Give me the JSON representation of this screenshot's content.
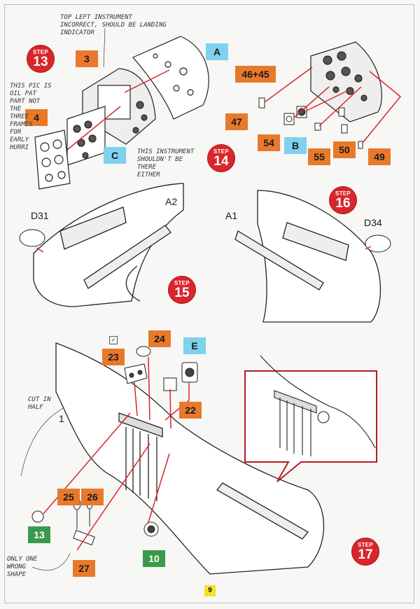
{
  "page_number": "9",
  "step_word": "STEP",
  "steps": {
    "s13": "13",
    "s14": "14",
    "s15": "15",
    "s16": "16",
    "s17": "17"
  },
  "parts": {
    "p3": "3",
    "p4": "4",
    "pA": "A",
    "pC": "C",
    "p46_45": "46+45",
    "p47": "47",
    "p54": "54",
    "pB": "B",
    "p55": "55",
    "p50": "50",
    "p49": "49",
    "p23": "23",
    "p24": "24",
    "pE": "E",
    "p22": "22",
    "p25": "25",
    "p26": "26",
    "p27": "27",
    "p13": "13",
    "p10": "10"
  },
  "labels": {
    "A2": "A2",
    "A1": "A1",
    "D31": "D31",
    "D34": "D34",
    "part1": "1"
  },
  "notes": {
    "top_left": "TOP LEFT INSTRUMENT\nINCORRECT, SHOULD BE LANDING\nINDICATOR",
    "left_side": "THIS PIC IS\nOIL PAT\nPART NOT\nTHE\nTHREE\nFRAMES\nFOR\nEARLY\nHURRI",
    "mid": "THIS INSTRUMENT\nSHOULDN'T BE\nTHERE\nEITHER",
    "cut": "CUT IN\nHALF",
    "bottom": "ONLY ONE\nWRONG\nSHAPE"
  },
  "check_mark": "✓",
  "colors": {
    "step_red": "#d8262c",
    "part_orange": "#e8792b",
    "part_blue": "#7fd1ee",
    "part_green": "#3a9a4c",
    "arrow_red": "#d8262c",
    "page_yellow": "#f5e12a"
  }
}
